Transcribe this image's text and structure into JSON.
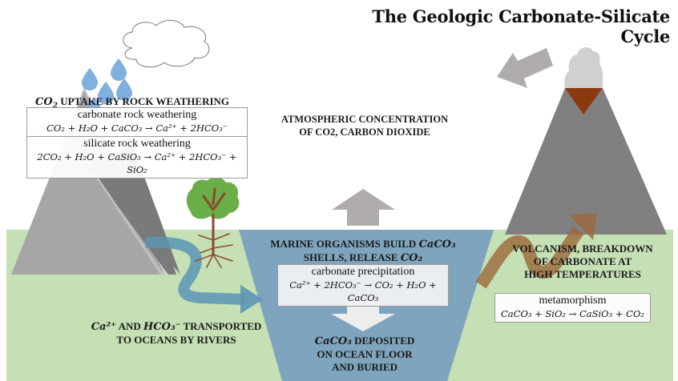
{
  "title": "The Geologic Carbonate-Silicate Cycle",
  "colors": {
    "ground": "#c5e0b4",
    "ocean": "#7fa4bd",
    "mountain_light": "#a6a6a6",
    "mountain_dark": "#7a7a7a",
    "volcano": "#808080",
    "lava": "#8b3a0f",
    "smoke": "#d0d0d0",
    "rain": "#7fb0e0",
    "river": "#5b95b4",
    "tree_leaves": "#6aae47",
    "tree_trunk": "#8b4a2b",
    "gray_arrow": "#b0acac",
    "white_arrow": "#ededed",
    "brown_arrow": "#9c6a3d"
  },
  "weathering": {
    "heading_prefix": "CO",
    "heading_sub": "2",
    "heading_text": " UPTAKE BY ROCK WEATHERING",
    "carbonate": {
      "label": "carbonate rock weathering",
      "equation": "CO₂ + H₂O + CaCO₃ → Ca²⁺ + 2HCO₃⁻"
    },
    "silicate": {
      "label": "silicate rock weathering",
      "equation": "2CO₂ + H₂O + CaSiO₃ → Ca²⁺ + 2HCO₃⁻ + SiO₂"
    }
  },
  "atmosphere": {
    "line1": "ATMOSPHERIC CONCENTRATION",
    "line2": "OF CO2, CARBON DIOXIDE"
  },
  "marine": {
    "line1_text": "MARINE ORGANISMS BUILD ",
    "line1_formula": "CaCO₃",
    "line2_text": "SHELLS, RELEASE ",
    "line2_formula": "CO₂",
    "precipitation": {
      "label": "carbonate precipitation",
      "equation": "Ca²⁺ + 2HCO₃⁻ → CO₂ + H₂O + CaCO₃"
    }
  },
  "deposit": {
    "formula": "CaCO₃",
    "line1_text": " DEPOSITED",
    "line2": "ON OCEAN FLOOR",
    "line3": "AND BURIED"
  },
  "rivers": {
    "ion1": "Ca²⁺",
    "and": " AND ",
    "ion2": "HCO₃⁻",
    "line1_text": " TRANSPORTED",
    "line2": "TO OCEANS BY RIVERS"
  },
  "volcanism": {
    "line1": "VOLCANISM, BREAKDOWN",
    "line2": "OF CARBONATE AT",
    "line3": "HIGH TEMPERATURES",
    "metamorphism": {
      "label": "metamorphism",
      "equation": "CaCO₃ + SiO₂ → CaSiO₃ + CO₂"
    }
  }
}
